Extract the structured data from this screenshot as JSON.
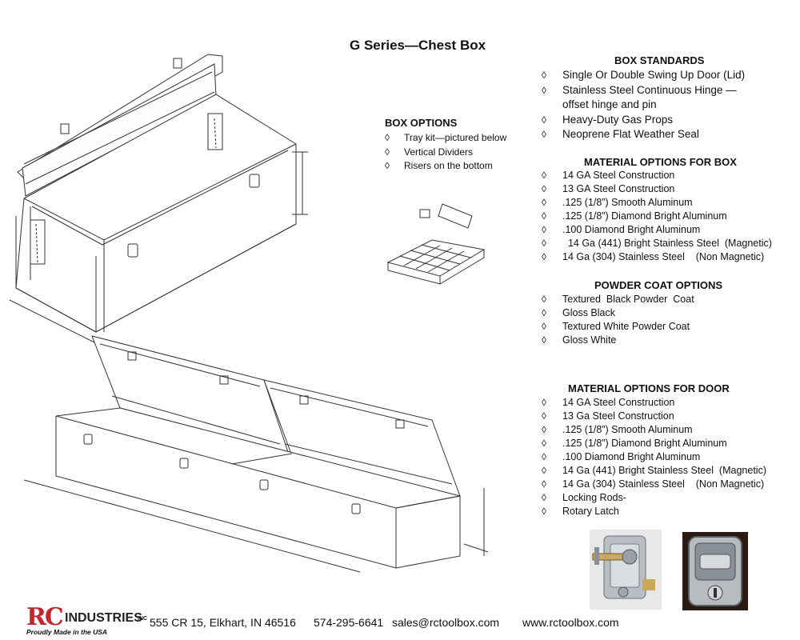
{
  "title": "G Series—Chest Box",
  "bullet_symbol": "◊",
  "box_options": {
    "heading": "BOX OPTIONS",
    "items": [
      "Tray kit—pictured below",
      "Vertical Dividers",
      "Risers on the bottom"
    ]
  },
  "box_standards": {
    "heading": "BOX STANDARDS",
    "items": [
      "Single Or Double  Swing Up Door  (Lid)",
      " Stainless Steel Continuous Hinge —",
      "Heavy-Duty Gas Props",
      "Neoprene Flat Weather Seal"
    ],
    "continuation": "offset hinge and pin"
  },
  "material_box": {
    "heading": "MATERIAL OPTIONS FOR BOX",
    "items": [
      "14 GA Steel Construction",
      "13 GA Steel Construction",
      ".125 (1/8”) Smooth Aluminum",
      ".125 (1/8”) Diamond Bright Aluminum",
      ".100 Diamond Bright Aluminum",
      "  14 Ga (441) Bright Stainless Steel  (Magnetic)",
      "14 Ga (304) Stainless Steel    (Non Magnetic)"
    ]
  },
  "powder_coat": {
    "heading": "POWDER COAT OPTIONS",
    "items": [
      "Textured  Black Powder  Coat",
      "Gloss Black",
      "Textured White Powder Coat",
      "Gloss White"
    ]
  },
  "material_door": {
    "heading": "MATERIAL OPTIONS FOR DOOR",
    "items": [
      "14 GA Steel Construction",
      "13 Ga Steel Construction",
      ".125 (1/8”) Smooth Aluminum",
      ".125 (1/8”) Diamond Bright Aluminum",
      ".100 Diamond Bright Aluminum",
      "14 Ga (441) Bright Stainless Steel  (Magnetic)",
      "14 Ga (304) Stainless Steel    (Non Magnetic)",
      "Locking Rods-",
      "Rotary Latch"
    ]
  },
  "footer": {
    "logo_rc": "RC",
    "logo_industries": "INDUSTRIES",
    "logo_inc": "INC",
    "tagline": "Proudly Made in the USA",
    "address": "555 CR 15,  Elkhart,  IN  46516",
    "phone": "574-295-6641",
    "email": "sales@rctoolbox.com",
    "website": "www.rctoolbox.com"
  }
}
